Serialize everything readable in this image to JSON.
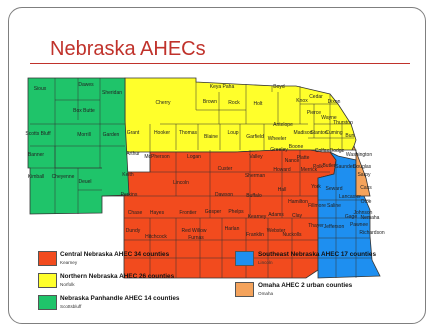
{
  "slide": {
    "title": "Nebraska AHECs"
  },
  "colors": {
    "central": "#f24b1e",
    "northern": "#ffff2b",
    "panhandle": "#1fc46a",
    "southeast": "#1e8ff0",
    "omaha": "#f4a35c",
    "border": "#333333"
  },
  "legend": [
    {
      "key": "central",
      "title": "Central Nebraska AHEC 34 counties",
      "city": "Kearney"
    },
    {
      "key": "northern",
      "title": "Northern Nebraska AHEC 26 counties",
      "city": "Norfolk"
    },
    {
      "key": "panhandle",
      "title": "Nebraska Panhandle AHEC 14 counties",
      "city": "Scottsbluff"
    },
    {
      "key": "southeast",
      "title": "Southeast Nebraska AHEC  17 counties",
      "city": "Lincoln"
    },
    {
      "key": "omaha",
      "title": "Omaha AHEC 2 urban counties",
      "city": "Omaha"
    }
  ],
  "counties": {
    "panhandle": [
      "Sioux",
      "Dawes",
      "Sheridan",
      "Box Butte",
      "Scotts Bluff",
      "Morrill",
      "Garden",
      "Banner",
      "Kimball",
      "Cheyenne",
      "Deuel"
    ],
    "northern": [
      "Keya Paha",
      "Boyd",
      "Cherry",
      "Brown",
      "Rock",
      "Holt",
      "Knox",
      "Cedar",
      "Dixon",
      "Pierce",
      "Wayne",
      "Thurston",
      "Antelope",
      "Grant",
      "Hooker",
      "Thomas",
      "Blaine",
      "Loup",
      "Garfield",
      "Wheeler",
      "Madison",
      "Stanton",
      "Cuming",
      "Burt",
      "Boone",
      "Platte",
      "Colfax",
      "Dodge",
      "Washington",
      "Arthur"
    ],
    "central": [
      "McPherson",
      "Logan",
      "Custer",
      "Valley",
      "Greeley",
      "Keith",
      "Lincoln",
      "Sherman",
      "Howard",
      "Nance",
      "Merrick",
      "Dawson",
      "Buffalo",
      "Hall",
      "Perkins",
      "Chase",
      "Hayes",
      "Frontier",
      "Gosper",
      "Phelps",
      "Kearney",
      "Adams",
      "Clay",
      "Dundy",
      "Hitchcock",
      "Red Willow",
      "Furnas",
      "Harlan",
      "Franklin",
      "Webster",
      "Nuckolls",
      "Hamilton",
      "Polk"
    ],
    "southeast": [
      "Butler",
      "Saunders",
      "York",
      "Seward",
      "Lancaster",
      "Cass",
      "Otoe",
      "Fillmore",
      "Saline",
      "Gage",
      "Johnson",
      "Nemaha",
      "Thayer",
      "Jefferson",
      "Pawnee",
      "Richardson"
    ],
    "omaha": [
      "Douglas",
      "Sarpy"
    ]
  }
}
